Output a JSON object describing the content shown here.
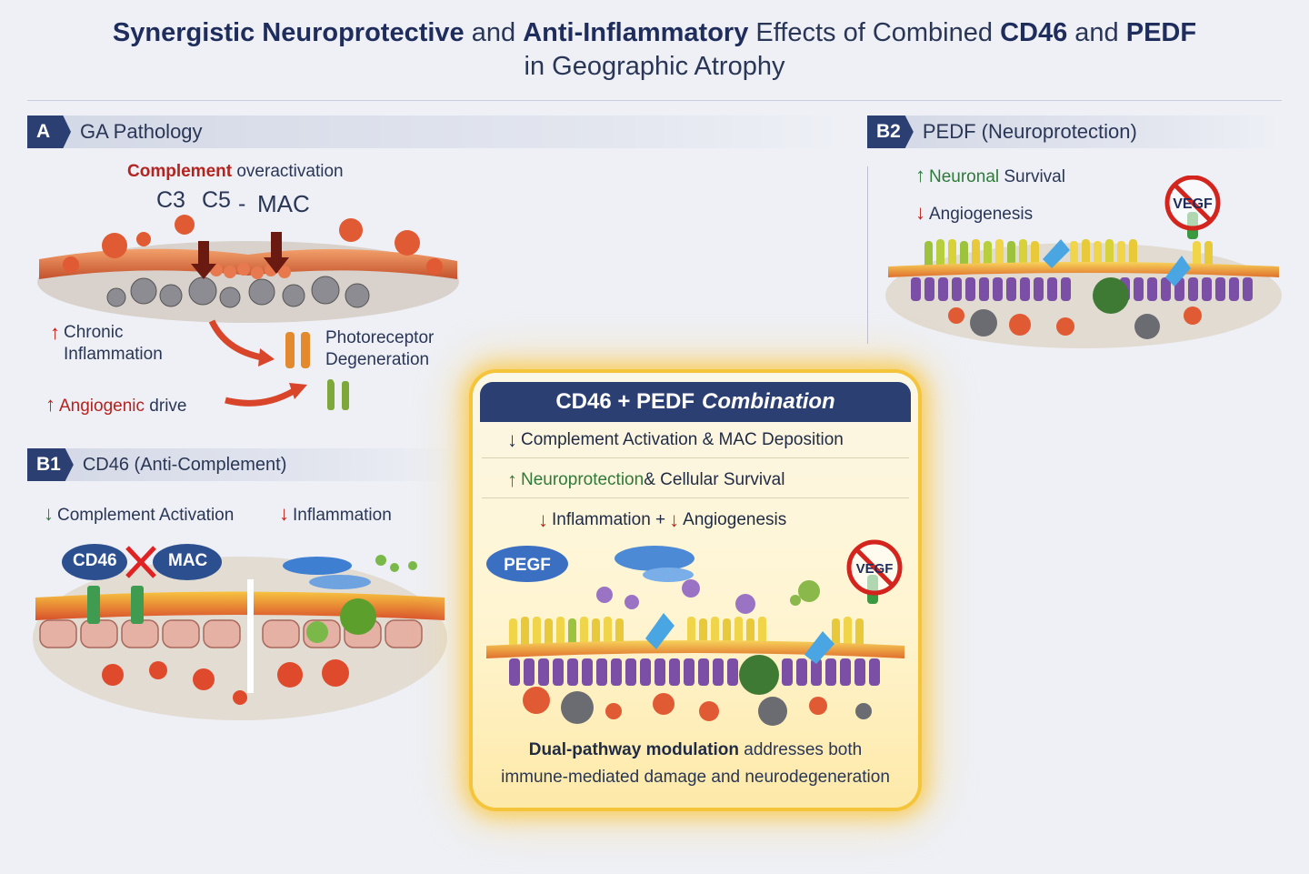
{
  "title": {
    "line1": [
      "Synergistic Neuroprotective",
      "and",
      "Anti-Inflammatory",
      "Effects of Combined",
      "CD46",
      "and",
      "PEDF"
    ],
    "line2": "in Geographic Atrophy"
  },
  "panel_a": {
    "badge": "A",
    "title": "GA Pathology",
    "complement_word": "Complement",
    "complement_rest": " overactivation",
    "c3": "C3",
    "c5": "C5",
    "mac": "MAC",
    "chronic_line1": "Chronic",
    "chronic_line2": "Inflammation",
    "photo_line1": "Photoreceptor",
    "photo_line2": "Degeneration",
    "angio_word": "Angiogenic",
    "angio_rest": " drive"
  },
  "panel_b1": {
    "badge": "B1",
    "title": "CD46 (Anti-Complement)",
    "complement_activation": "Complement Activation",
    "inflammation": "Inflammation",
    "cd46_label": "CD46",
    "mac_label": "MAC"
  },
  "panel_b2": {
    "badge": "B2",
    "title": "PEDF (Neuroprotection)",
    "neuronal_word": "Neuronal",
    "survival": " Survival",
    "angiogenesis": "Angiogenesis",
    "vegf_label": "VEGF"
  },
  "combo": {
    "title": "CD46 + PEDF",
    "title_italic": "Combination",
    "row1": "Complement Activation & MAC Deposition",
    "row2_green": "Neuroprotection",
    "row2_rest": " & Cellular Survival",
    "row3_a": "Inflammation +",
    "row3_b": "Angiogenesis",
    "pedf_label": "PEGF",
    "vegf_label": "VEGF",
    "foot_bold": "Dual-pathway modulation",
    "foot_rest": " addresses both",
    "foot_line2": "immune-mediated damage and neurodegeneration"
  },
  "colors": {
    "navy": "#2c3f73",
    "red": "#c0231d",
    "green": "#2f7a3a",
    "gold_glow": "#f4c43a"
  },
  "icons": [
    "arrow-up-icon",
    "arrow-down-icon",
    "no-vegf-icon",
    "cross-icon"
  ]
}
